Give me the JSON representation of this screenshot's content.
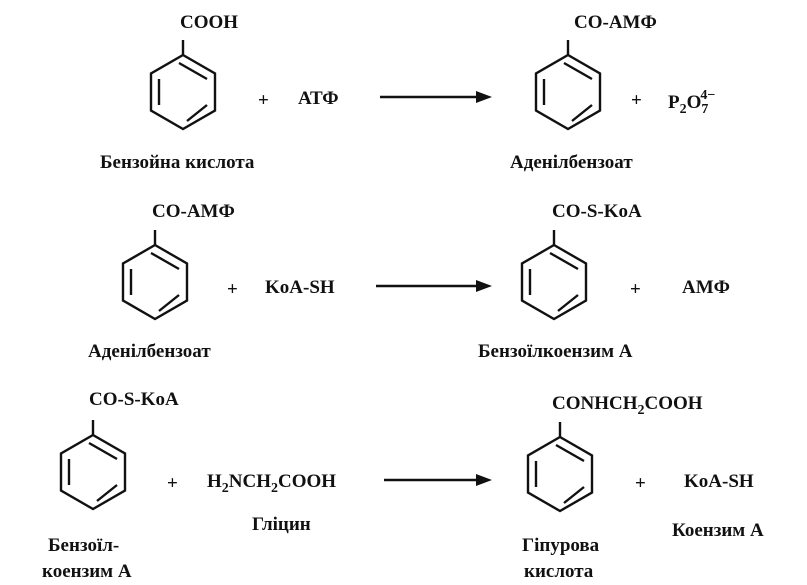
{
  "reactions": [
    {
      "reactant": {
        "group": "COOH",
        "name": "Бензойна кислота"
      },
      "plus1": "+",
      "reagent": "АТФ",
      "product": {
        "group": "CO-AMФ",
        "name": "Аденілбензоат"
      },
      "plus2": "+",
      "byproduct": {
        "base": "P",
        "sub1": "2",
        "mid": "O",
        "sub2": "7",
        "sup": "4−"
      }
    },
    {
      "reactant": {
        "group": "CO-AMФ",
        "name": "Аденілбензоат"
      },
      "plus1": "+",
      "reagent": "KoA-SH",
      "product": {
        "group": "CO-S-KoA",
        "name": "Бензоїлкоензим А"
      },
      "plus2": "+",
      "byproduct": "AMФ"
    },
    {
      "reactant": {
        "group": "CO-S-KoA",
        "name_line1": "Бензоїл-",
        "name_line2": "коензим А"
      },
      "plus1": "+",
      "reagent": {
        "part1": "H",
        "sub1": "2",
        "part2": "NCH",
        "sub2": "2",
        "part3": "COOH",
        "name": "Гліцин"
      },
      "product": {
        "group_part1": "CONHCH",
        "group_sub": "2",
        "group_part2": "COOH",
        "name_line1": "Гіпурова",
        "name_line2": "кислота"
      },
      "plus2": "+",
      "byproduct": {
        "formula": "KoA-SH",
        "name": "Коензим А"
      }
    }
  ]
}
